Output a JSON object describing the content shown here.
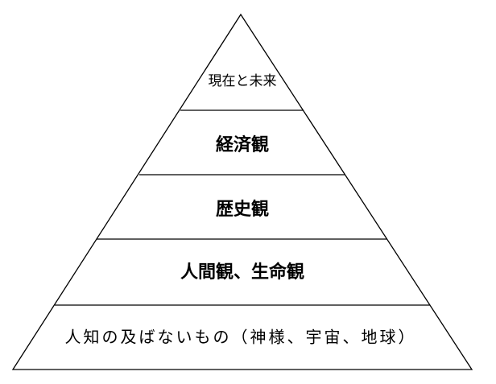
{
  "pyramid": {
    "levels": [
      {
        "label": "現在と未来"
      },
      {
        "label": "経済観"
      },
      {
        "label": "歴史観"
      },
      {
        "label": "人間観、生命観"
      },
      {
        "label": "人知の及ばないもの（神様、宇宙、地球）"
      }
    ]
  }
}
